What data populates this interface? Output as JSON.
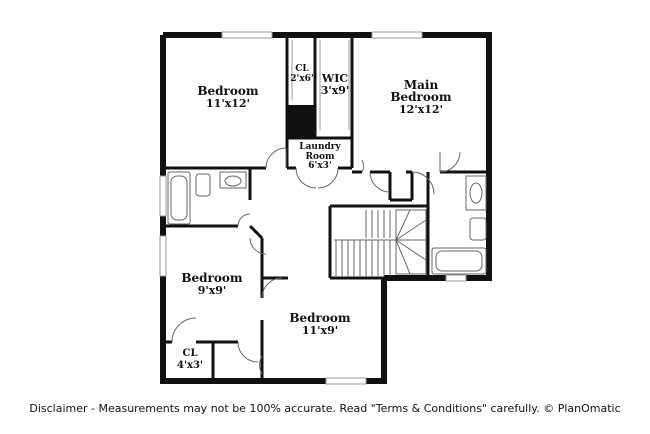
{
  "rooms": {
    "bedroom_nw": {
      "name": "Bedroom",
      "size": "11'x12'"
    },
    "closet_top": {
      "name": "CL",
      "size": "2'x6'"
    },
    "wic": {
      "name": "WIC",
      "size": "3'x9'"
    },
    "main_bedroom": {
      "name_line1": "Main",
      "name_line2": "Bedroom",
      "size": "12'x12'"
    },
    "laundry": {
      "name_line1": "Laundry",
      "name_line2": "Room",
      "size": "6'x3'"
    },
    "bedroom_sw": {
      "name": "Bedroom",
      "size": "9'x9'"
    },
    "bedroom_s": {
      "name": "Bedroom",
      "size": "11'x9'"
    },
    "closet_bottom": {
      "name": "CL",
      "size": "4'x3'"
    }
  },
  "disclaimer": "Disclaimer - Measurements may not be 100% accurate. Read \"Terms & Conditions\" carefully. © PlanOmatic",
  "colors": {
    "wall": "#111111",
    "fixture": "#666666",
    "window": "#999999"
  }
}
